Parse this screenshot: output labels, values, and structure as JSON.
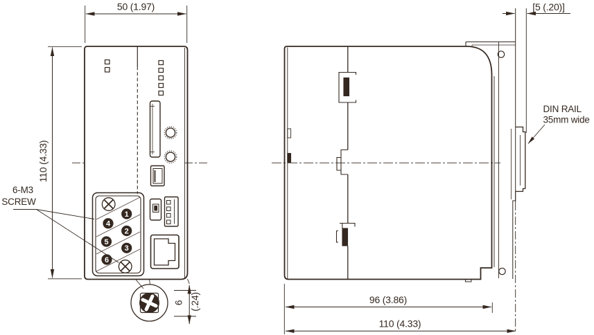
{
  "dims": {
    "top_width": "50 (1.97)",
    "left_height": "110 (4.33)",
    "rail_offset": "[5 (.20)]",
    "body_depth": "96 (3.86)",
    "total_depth": "110 (4.33)",
    "screw_mm": "6",
    "screw_in": "(.24)"
  },
  "labels": {
    "screw_label_line1": "6-M3",
    "screw_label_line2": "SCREW",
    "din_rail_line1": "DIN RAIL",
    "din_rail_line2": "35mm wide"
  },
  "terminals": [
    "1",
    "2",
    "3",
    "4",
    "5",
    "6"
  ],
  "colors": {
    "ink": "#342820",
    "background": "#ffffff"
  }
}
